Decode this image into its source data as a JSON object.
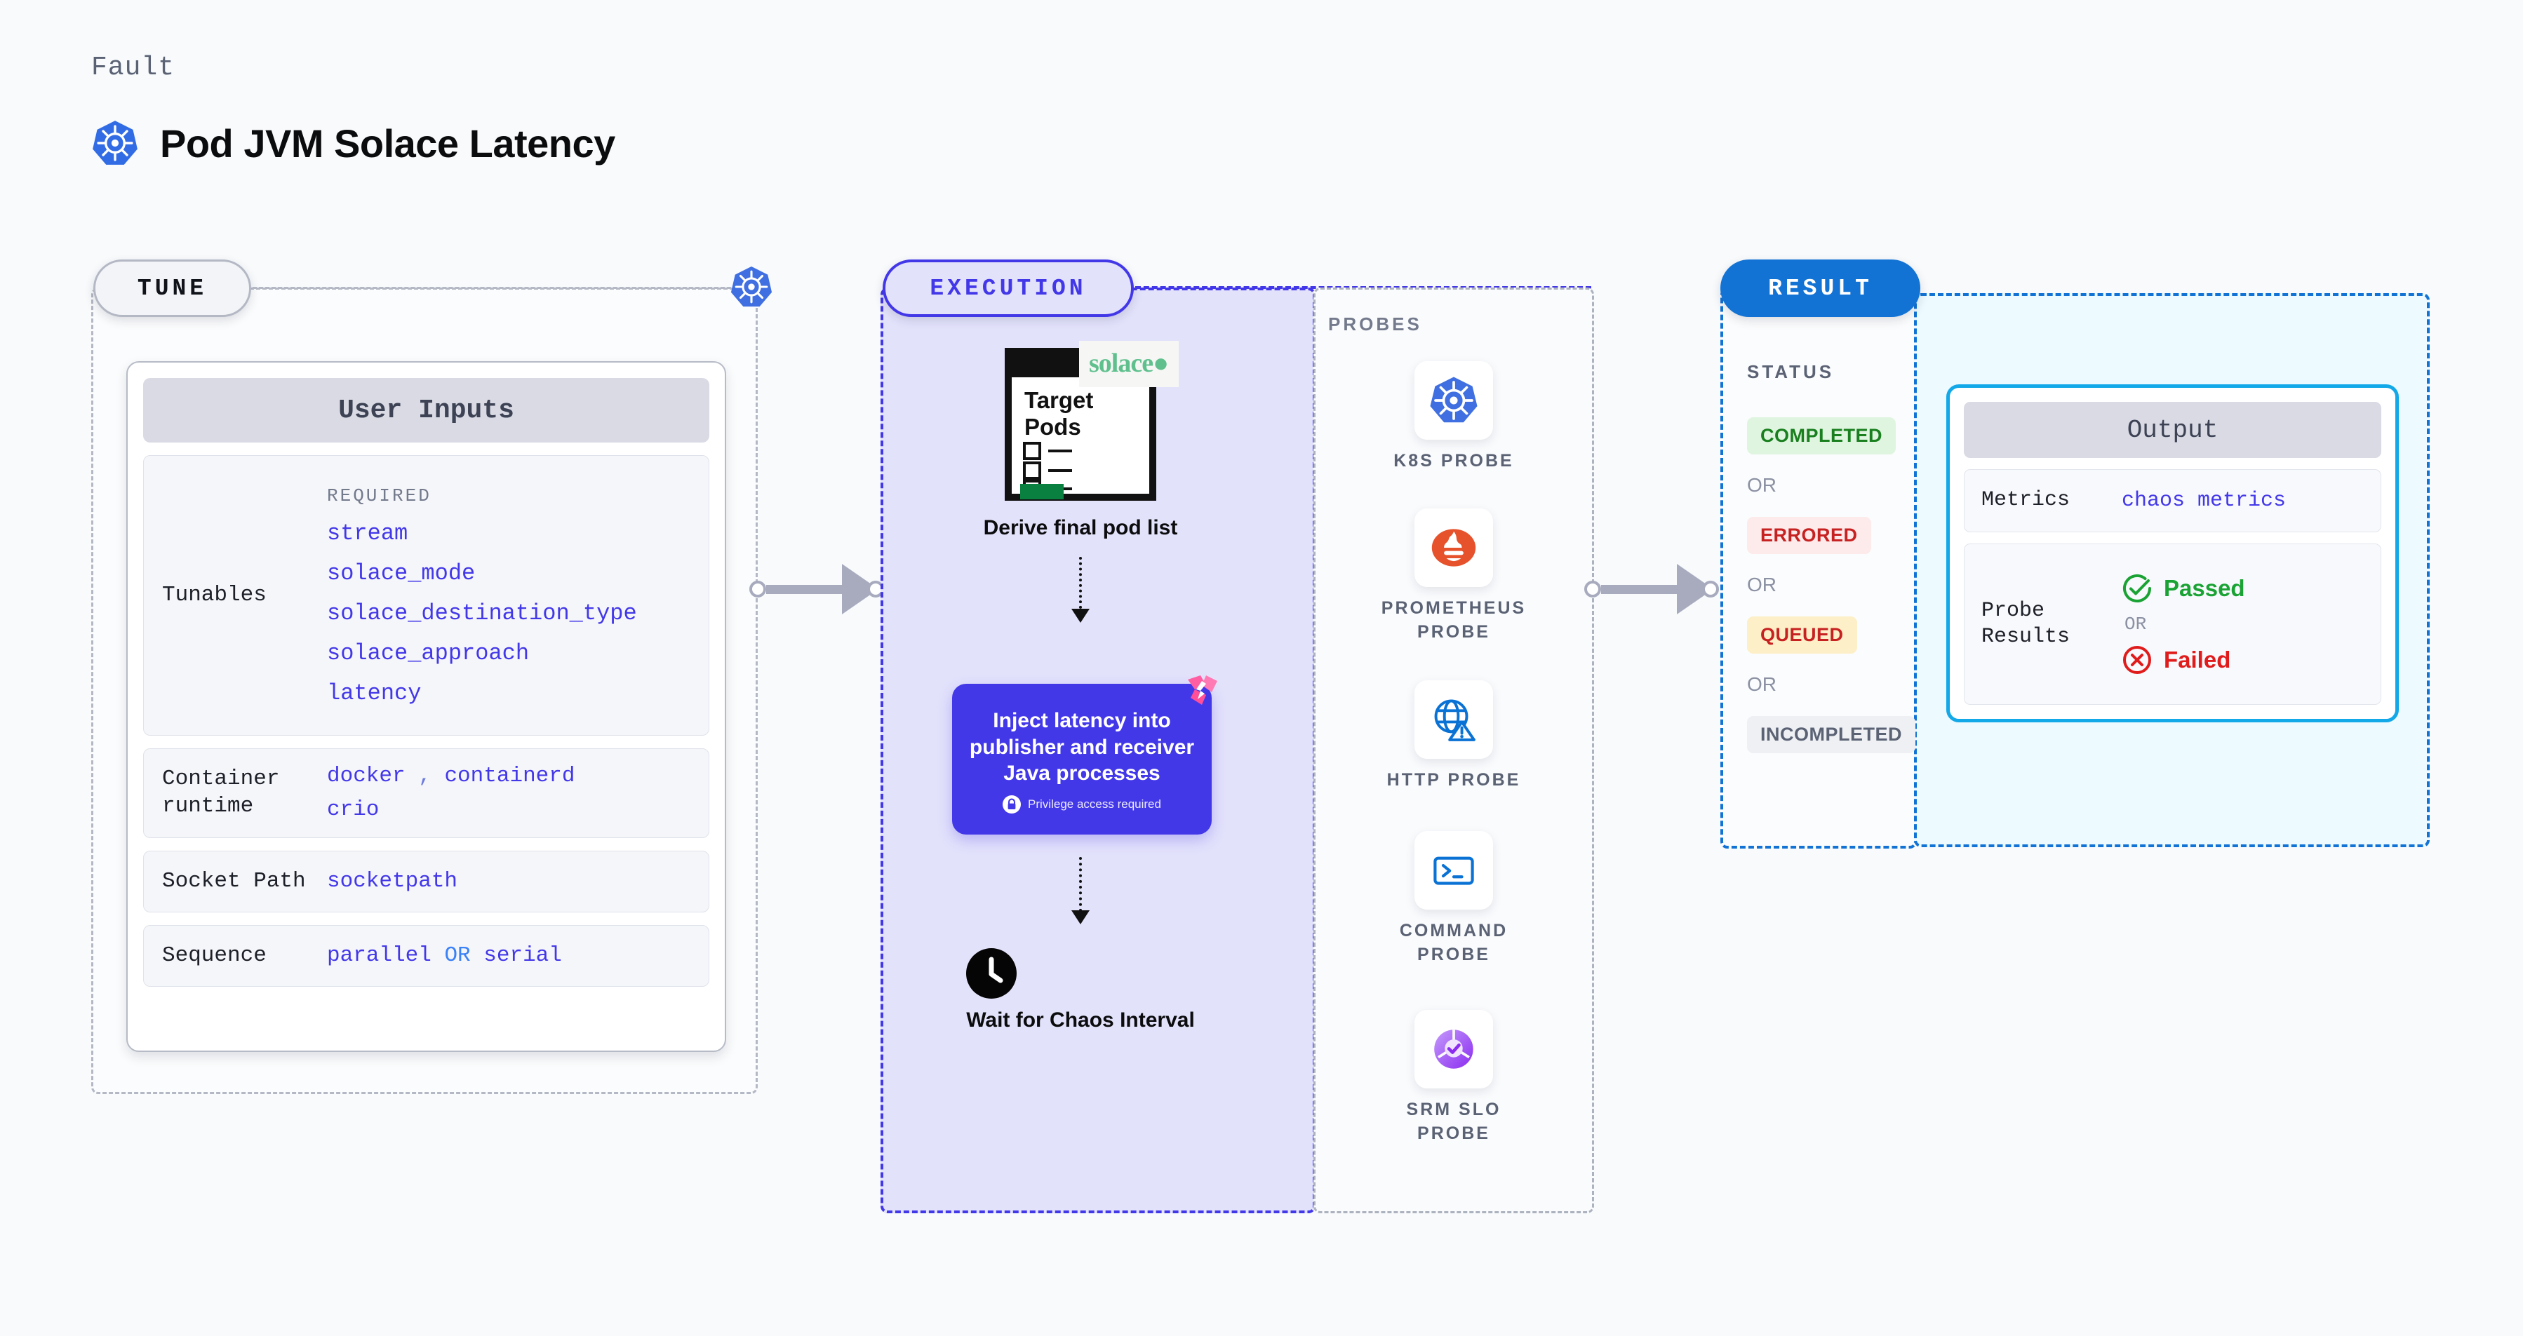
{
  "header": {
    "kicker": "Fault",
    "title": "Pod JVM Solace Latency",
    "icon": "kubernetes-icon"
  },
  "sections": {
    "tune": {
      "label": "TUNE",
      "badge_icon": "kubernetes-icon"
    },
    "execution": {
      "label": "EXECUTION"
    },
    "result": {
      "label": "RESULT"
    }
  },
  "tune": {
    "card_title": "User Inputs",
    "rows": [
      {
        "key": "Tunables",
        "required_label": "REQUIRED",
        "items": [
          "stream",
          "solace_mode",
          "solace_destination_type",
          "solace_approach",
          "latency"
        ]
      },
      {
        "key": "Container runtime",
        "values": [
          "docker",
          "containerd",
          "crio"
        ],
        "separator": ","
      },
      {
        "key": "Socket Path",
        "values": [
          "socketpath"
        ]
      },
      {
        "key": "Sequence",
        "values": [
          "parallel",
          "serial"
        ],
        "separator": "OR"
      }
    ]
  },
  "execution": {
    "steps": [
      {
        "caption": "Derive final pod list",
        "icon": "target-pods-document-icon",
        "doc_title": "Target Pods",
        "brand": "solace"
      },
      {
        "caption": "Inject latency into publisher and receiver Java processes",
        "note": "Privilege access required",
        "note_icon": "lock-icon",
        "corner_icon": "chaos-ribbon-icon"
      },
      {
        "caption": "Wait for Chaos Interval",
        "icon": "clock-icon"
      }
    ]
  },
  "probes": {
    "label": "PROBES",
    "items": [
      {
        "name": "K8S PROBE",
        "icon": "kubernetes-icon"
      },
      {
        "name": "PROMETHEUS PROBE",
        "icon": "prometheus-icon"
      },
      {
        "name": "HTTP PROBE",
        "icon": "globe-warning-icon"
      },
      {
        "name": "COMMAND PROBE",
        "icon": "terminal-icon"
      },
      {
        "name": "SRM SLO PROBE",
        "icon": "srm-slo-icon"
      }
    ]
  },
  "result": {
    "status_label": "STATUS",
    "or_label": "OR",
    "statuses": [
      {
        "label": "COMPLETED",
        "fg": "#1a7f1f",
        "bg": "#dff5e0"
      },
      {
        "label": "ERRORED",
        "fg": "#c62222",
        "bg": "#fdeaea"
      },
      {
        "label": "QUEUED",
        "fg": "#c62222",
        "bg": "#fdefc7"
      },
      {
        "label": "INCOMPLETED",
        "fg": "#5a6274",
        "bg": "#eef0f4"
      }
    ],
    "output": {
      "title": "Output",
      "rows": [
        {
          "key": "Metrics",
          "value": "chaos metrics"
        },
        {
          "key": "Probe Results",
          "pass": {
            "label": "Passed",
            "icon": "check-circle-icon",
            "color": "#1aa334"
          },
          "or_label": "OR",
          "fail": {
            "label": "Failed",
            "icon": "x-circle-icon",
            "color": "#e01b1b"
          }
        }
      ]
    }
  },
  "colors": {
    "accent_indigo": "#4338e8",
    "accent_blue": "#1273d4",
    "accent_cyan": "#13a8e8",
    "k8s_blue": "#326ce5",
    "prometheus_orange": "#e6522c",
    "connector_gray": "#a8abbe",
    "exec_bg": "#e3e2fb",
    "result_bg": "#edfaff"
  }
}
